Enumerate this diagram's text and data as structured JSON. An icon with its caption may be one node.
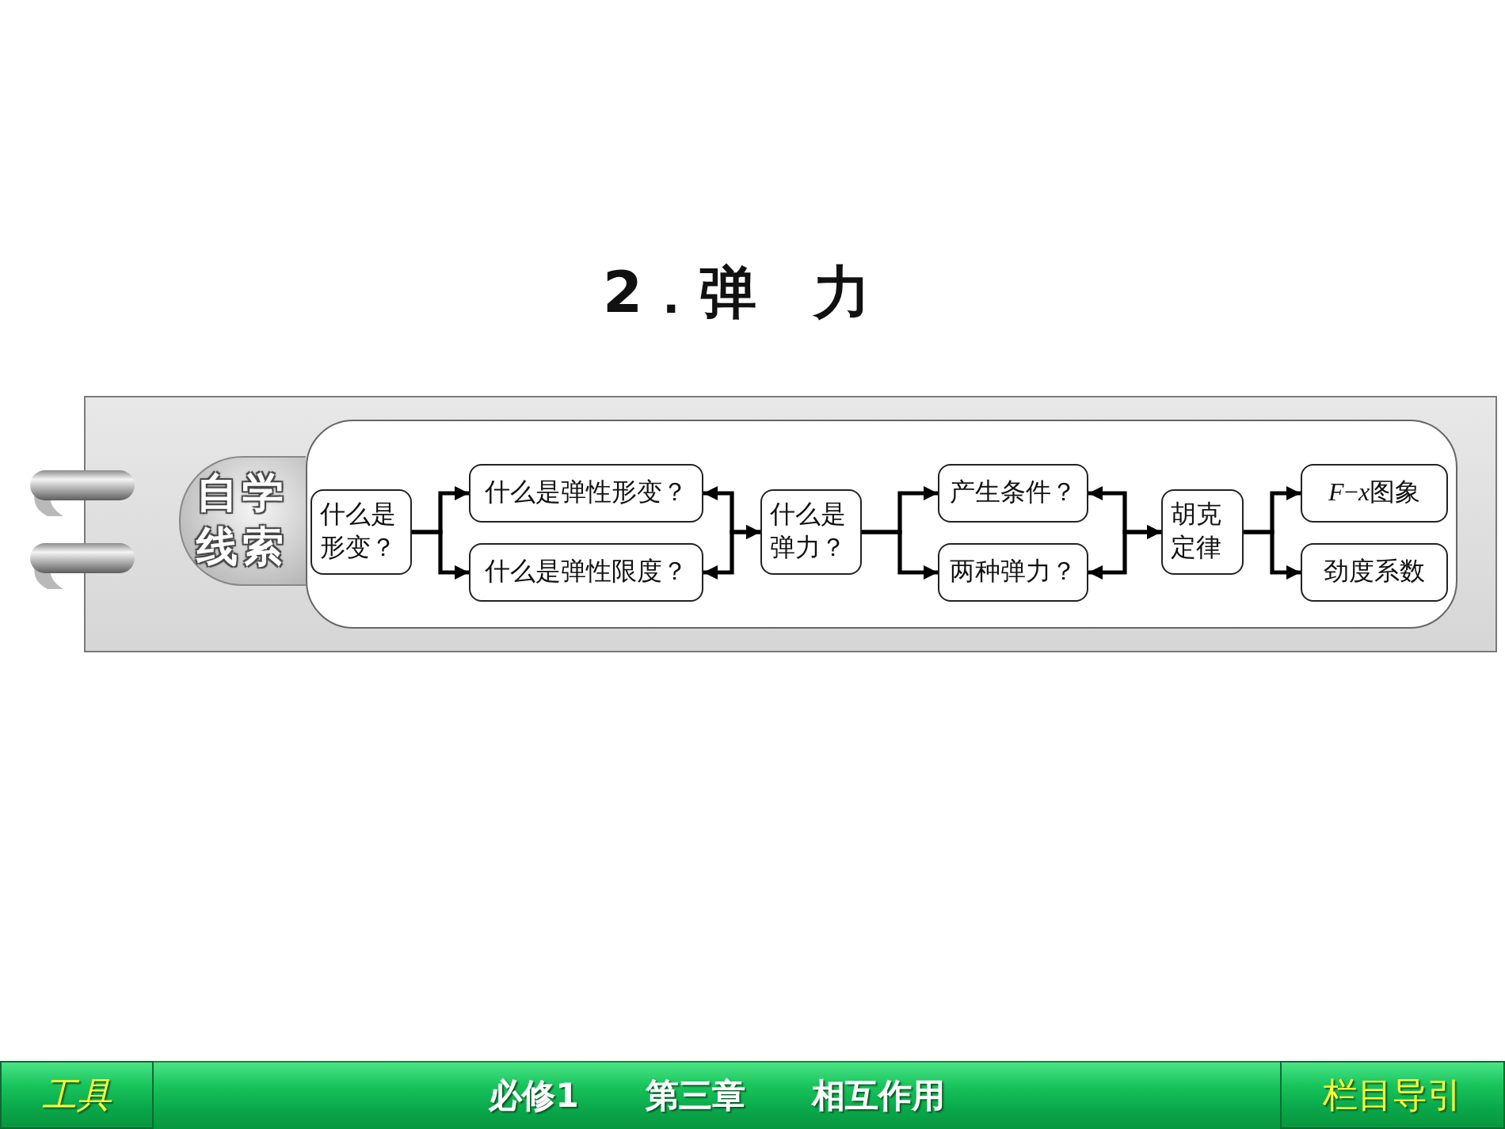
{
  "diagram": {
    "title": "2．弹　力",
    "nodes": [
      {
        "text": [
          "自学线索"
        ]
      },
      {
        "text": [
          "什么是形变？"
        ]
      },
      {
        "text": [
          "什么是弹性形变？"
        ]
      },
      {
        "text": [
          "什么是弹性限度？"
        ]
      },
      {
        "text": [
          "什么是弹力？"
        ]
      },
      {
        "text": [
          "产生条件？"
        ]
      },
      {
        "text": [
          "两种弹力？"
        ]
      },
      {
        "text": [
          "胡克定律"
        ]
      },
      {
        "text": [
          "F−x图象"
        ]
      },
      {
        "text": [
          "劲度系数"
        ]
      }
    ],
    "edges": [
      {
        "from": 1,
        "to": 2,
        "arrow": "to"
      },
      {
        "from": 1,
        "to": 3,
        "arrow": "to"
      },
      {
        "from": 2,
        "to": 4,
        "arrow": "both"
      },
      {
        "from": 3,
        "to": 4,
        "arrow": "both"
      },
      {
        "from": 4,
        "to": 5,
        "arrow": "to"
      },
      {
        "from": 4,
        "to": 6,
        "arrow": "to"
      },
      {
        "from": 5,
        "to": 7,
        "arrow": "both"
      },
      {
        "from": 6,
        "to": 7,
        "arrow": "both"
      },
      {
        "from": 7,
        "to": 8,
        "arrow": "to"
      },
      {
        "from": 7,
        "to": 9,
        "arrow": "to"
      }
    ],
    "labels": [
      "工具",
      "必修1　　第三章　　相互作用",
      "栏目导引"
    ]
  }
}
